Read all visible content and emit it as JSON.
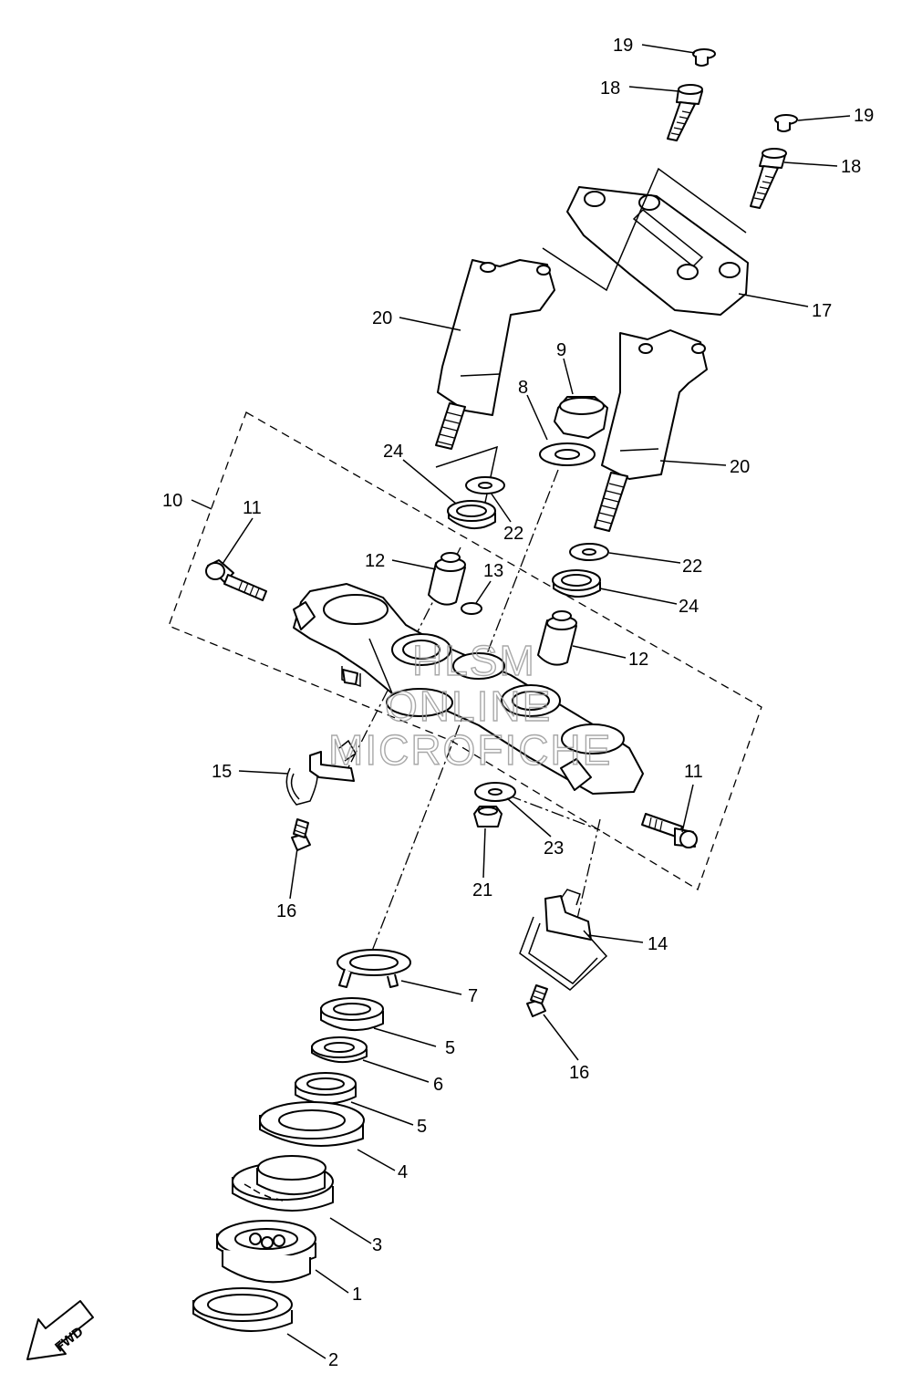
{
  "callouts": [
    {
      "label": "19"
    },
    {
      "label": "18"
    },
    {
      "label": "19"
    },
    {
      "label": "18"
    },
    {
      "label": "17"
    },
    {
      "label": "20"
    },
    {
      "label": "9"
    },
    {
      "label": "8"
    },
    {
      "label": "20"
    },
    {
      "label": "24"
    },
    {
      "label": "22"
    },
    {
      "label": "10"
    },
    {
      "label": "11"
    },
    {
      "label": "12"
    },
    {
      "label": "13"
    },
    {
      "label": "22"
    },
    {
      "label": "24"
    },
    {
      "label": "12"
    },
    {
      "label": "15"
    },
    {
      "label": "11"
    },
    {
      "label": "16"
    },
    {
      "label": "23"
    },
    {
      "label": "21"
    },
    {
      "label": "14"
    },
    {
      "label": "7"
    },
    {
      "label": "16"
    },
    {
      "label": "5"
    },
    {
      "label": "6"
    },
    {
      "label": "5"
    },
    {
      "label": "4"
    },
    {
      "label": "3"
    },
    {
      "label": "1"
    },
    {
      "label": "2"
    }
  ],
  "fwd_label": "FWD",
  "watermark": {
    "line1": "HLSM",
    "line2": "ONLINE",
    "line3": "MICROFICHE"
  }
}
